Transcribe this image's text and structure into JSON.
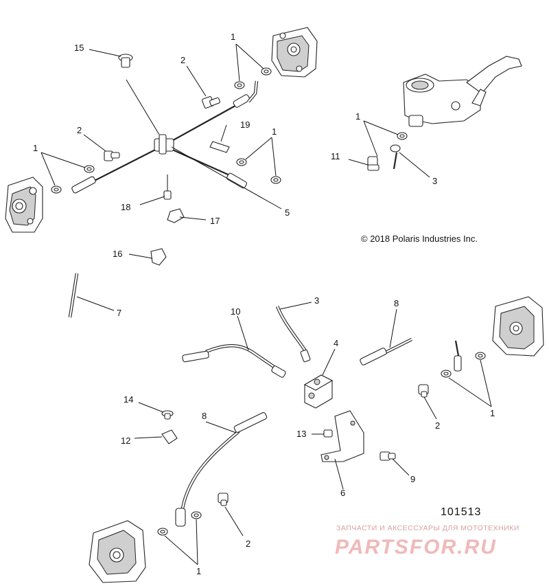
{
  "copyright": "© 2018 Polaris Industries Inc.",
  "part_number": "101513",
  "watermark": {
    "tagline": "ЗАПЧАСТИ И АКСЕССУАРЫ ДЛЯ МОТОТЕХНИКИ",
    "brand": "PARTSFOR.RU"
  },
  "callouts": {
    "c15": "15",
    "c2a": "2",
    "c1a": "1",
    "c2b": "2",
    "c19": "19",
    "c1b": "1",
    "c1c": "1",
    "c18": "18",
    "c17": "17",
    "c5": "5",
    "c1d": "1",
    "c11": "11",
    "c3a": "3",
    "c16": "16",
    "c7": "7",
    "c3b": "3",
    "c10": "10",
    "c8a": "8",
    "c4": "4",
    "c1e": "1",
    "c2c": "2",
    "c14": "14",
    "c8b": "8",
    "c12": "12",
    "c13": "13",
    "c9": "9",
    "c6": "6",
    "c2d": "2",
    "c1f": "1"
  }
}
